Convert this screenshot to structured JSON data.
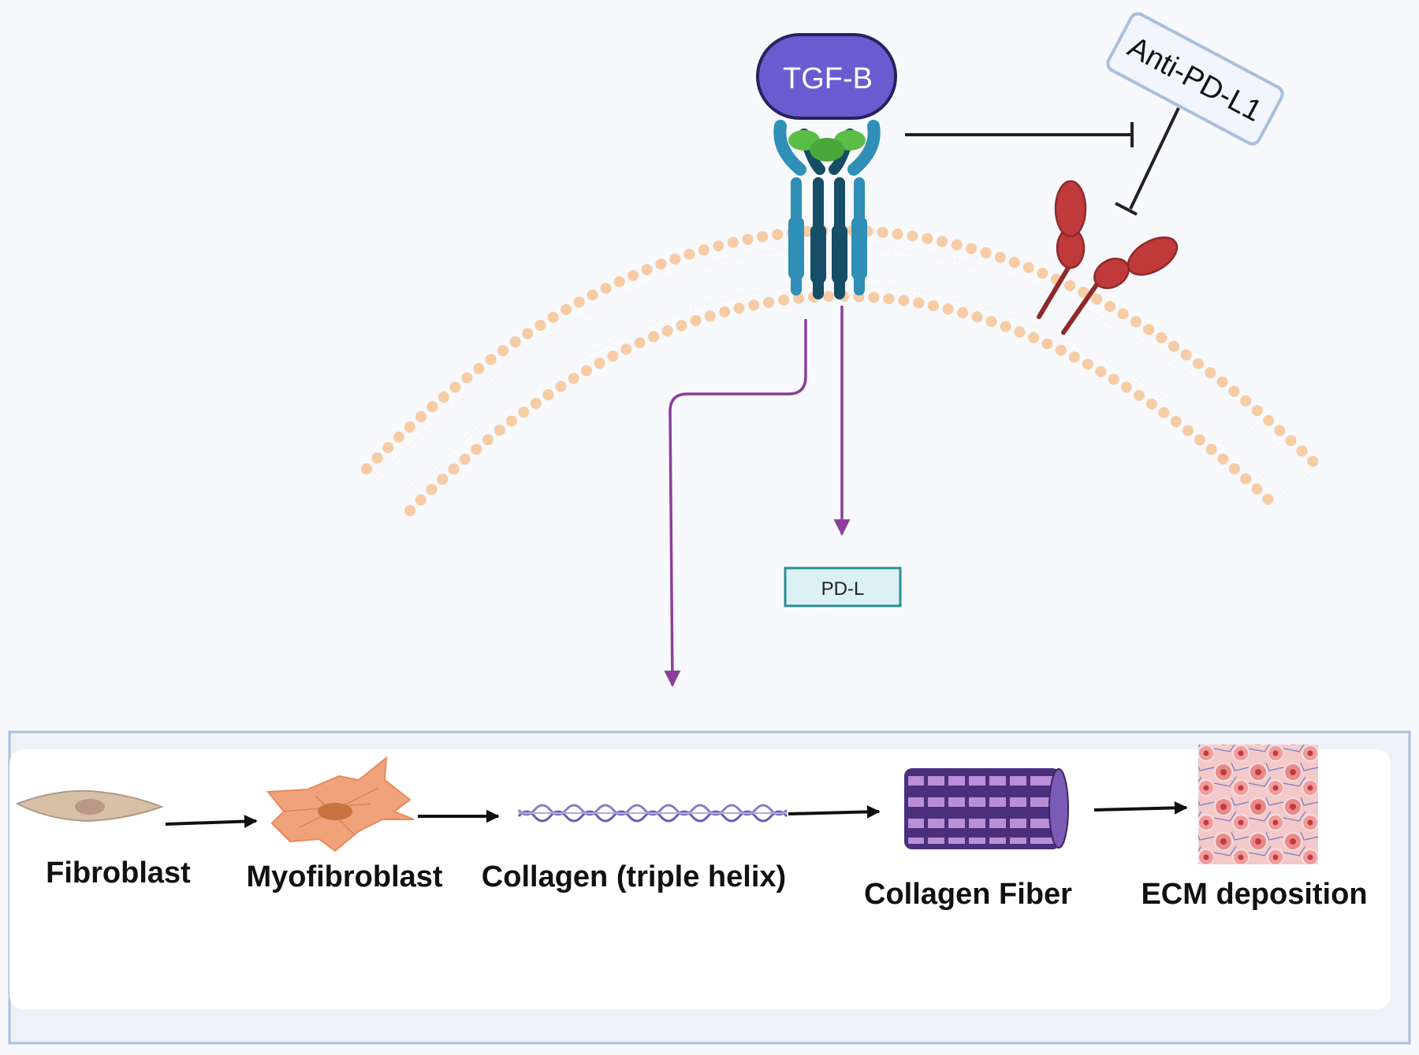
{
  "ligand": {
    "label": "TGF-B",
    "color": "#6a5cd0"
  },
  "inhibitor": {
    "label": "Anti-PD-L1"
  },
  "product": {
    "label": "PD-L"
  },
  "stages": [
    {
      "label": "Fibroblast",
      "icon": "fibroblast-icon"
    },
    {
      "label": "Myofibroblast",
      "icon": "myofibroblast-icon"
    },
    {
      "label": "Collagen (triple helix)",
      "icon": "collagen-helix-icon"
    },
    {
      "label": "Collagen Fiber",
      "icon": "collagen-fiber-icon"
    },
    {
      "label": "ECM deposition",
      "icon": "ecm-icon"
    }
  ],
  "colors": {
    "membrane": "#f6c79a",
    "signal_arrow": "#8b3f9a",
    "pdl1": "#c0393b",
    "receptor_light": "#2f8fb7",
    "receptor_dark": "#154e66",
    "ligand_binding": "#5bbd45",
    "box_border": "#a9bfdc",
    "pdl_fill": "#dcf1f4",
    "pdl_border": "#2b8e92"
  }
}
